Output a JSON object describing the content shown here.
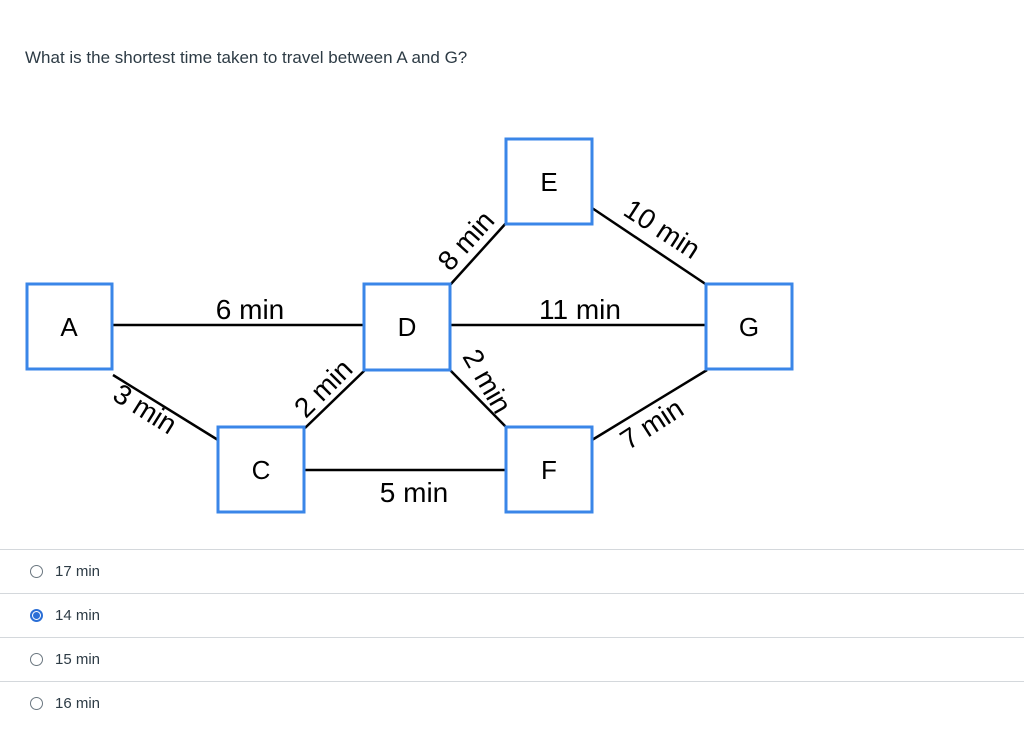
{
  "question": {
    "text": "What is the shortest time taken to travel between A and G?"
  },
  "graph": {
    "nodes": {
      "A": "A",
      "C": "C",
      "D": "D",
      "E": "E",
      "F": "F",
      "G": "G"
    },
    "edges": {
      "A_D": "6 min",
      "A_C": "3 min",
      "C_D": "2 min",
      "C_F": "5 min",
      "D_E": "8 min",
      "D_G": "11 min",
      "D_F": "2 min",
      "E_G": "10 min",
      "F_G": "7 min"
    },
    "colors": {
      "node_border": "#3a86e8",
      "edge": "#000000"
    }
  },
  "answers": [
    {
      "label": "17 min",
      "selected": false
    },
    {
      "label": "14 min",
      "selected": true
    },
    {
      "label": "15 min",
      "selected": false
    },
    {
      "label": "16 min",
      "selected": false
    }
  ]
}
